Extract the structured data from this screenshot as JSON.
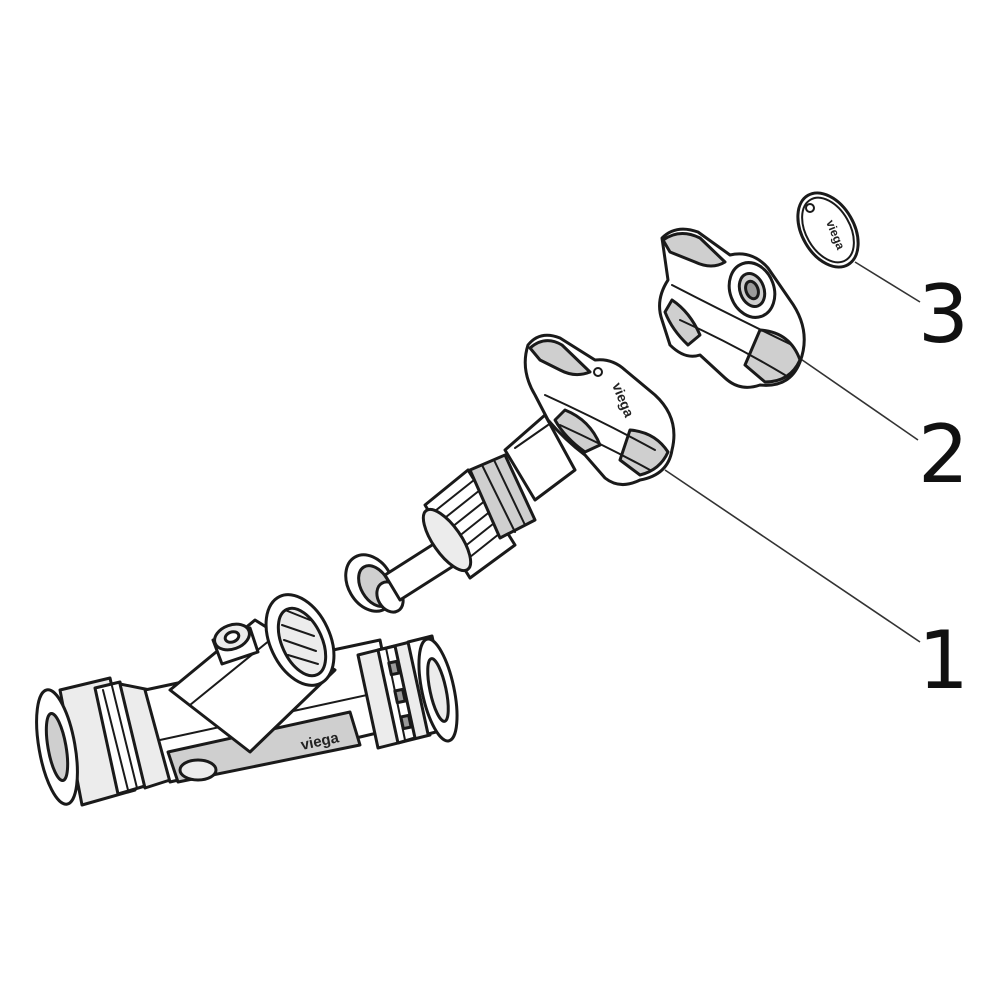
{
  "parts": [
    {
      "id": "valve-body",
      "logo": "viega"
    },
    {
      "id": "upper-part",
      "number": "1",
      "logo": "viega"
    },
    {
      "id": "handwheel",
      "number": "2"
    },
    {
      "id": "cover-cap",
      "number": "3",
      "logo": "viega"
    }
  ],
  "colors": {
    "line": "#1a1a1a",
    "shade": "#cfcfcf",
    "background": "#ffffff"
  }
}
